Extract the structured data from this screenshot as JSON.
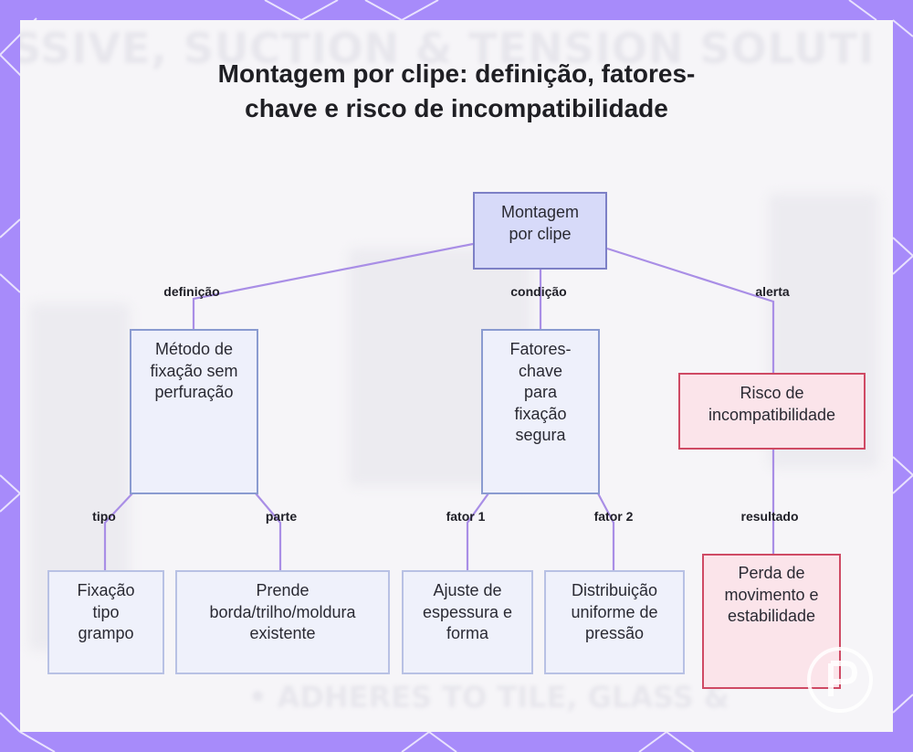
{
  "title": "Montagem por clipe: definição, fatores-chave e risco de incompatibilidade",
  "nodes": {
    "root": "Montagem por clipe",
    "metodo": "Método de fixação sem perfuração",
    "fatores": "Fatores-chave para fixação segura",
    "risco": "Risco de incompatibilidade",
    "fixacao": "Fixação tipo grampo",
    "prende": "Prende borda/trilho/moldura existente",
    "ajuste": "Ajuste de espessura e forma",
    "distribuicao": "Distribuição uniforme de pressão",
    "perda": "Perda de movimento e estabilidade"
  },
  "edges": {
    "definicao": "definição",
    "condicao": "condição",
    "alerta": "alerta",
    "tipo": "tipo",
    "parte": "parte",
    "fator1": "fator 1",
    "fator2": "fator 2",
    "resultado": "resultado"
  },
  "colors": {
    "frame": "#a78bfa",
    "edge": "#a98ee6",
    "root_fill": "#d7daf9",
    "alert_border": "#cf4a64"
  }
}
